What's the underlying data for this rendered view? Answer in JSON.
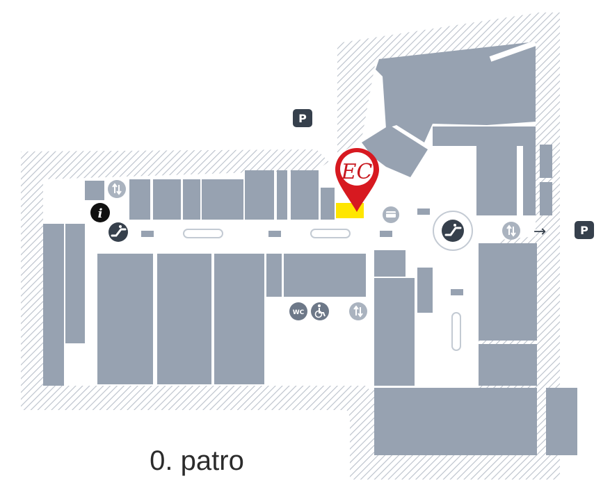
{
  "map": {
    "floor_label": "0. patro",
    "store_logo": "EC",
    "parking_label": "P",
    "info_label": "i",
    "wc_label": "WC",
    "arrow_label": "→"
  },
  "colors": {
    "shop": "#97a2b1",
    "hatch": "#b9c0ca",
    "corridor": "#ffffff",
    "highlight": "#ffe600",
    "marker": "#d71920",
    "icon_dark": "#36404c",
    "icon_black": "#111111",
    "icon_light": "#aab3bf"
  }
}
